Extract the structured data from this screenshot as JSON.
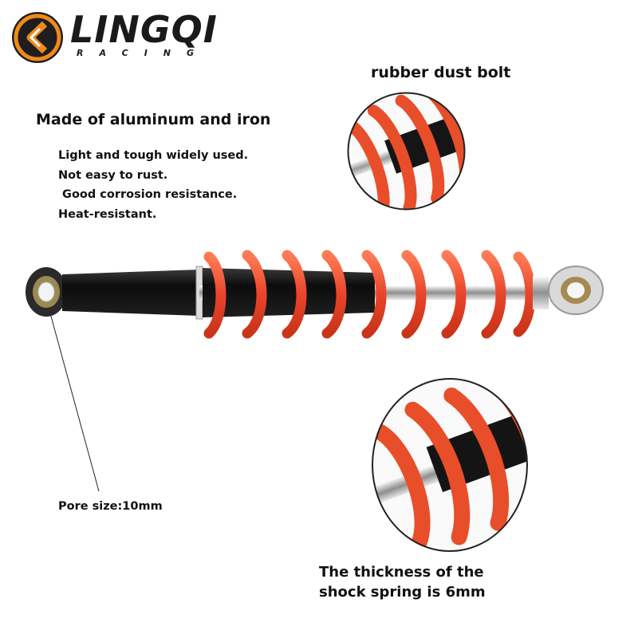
{
  "logo": {
    "name": "LINGQI",
    "sub": "RACING"
  },
  "features": {
    "heading": "Made of aluminum and iron",
    "lines": [
      "Light and tough widely used.",
      "Not easy to rust.",
      " Good corrosion resistance.",
      "Heat-resistant."
    ]
  },
  "callouts": {
    "dust_bolt": "rubber dust bolt",
    "pore_size": "Pore size:10mm",
    "spring_line1": "The thickness of the",
    "spring_line2": "shock spring is 6mm"
  },
  "colors": {
    "spring": "#e8502c",
    "body": "#141414",
    "chrome": "#cfcfcf",
    "logo_orange": "#f08a1c"
  }
}
